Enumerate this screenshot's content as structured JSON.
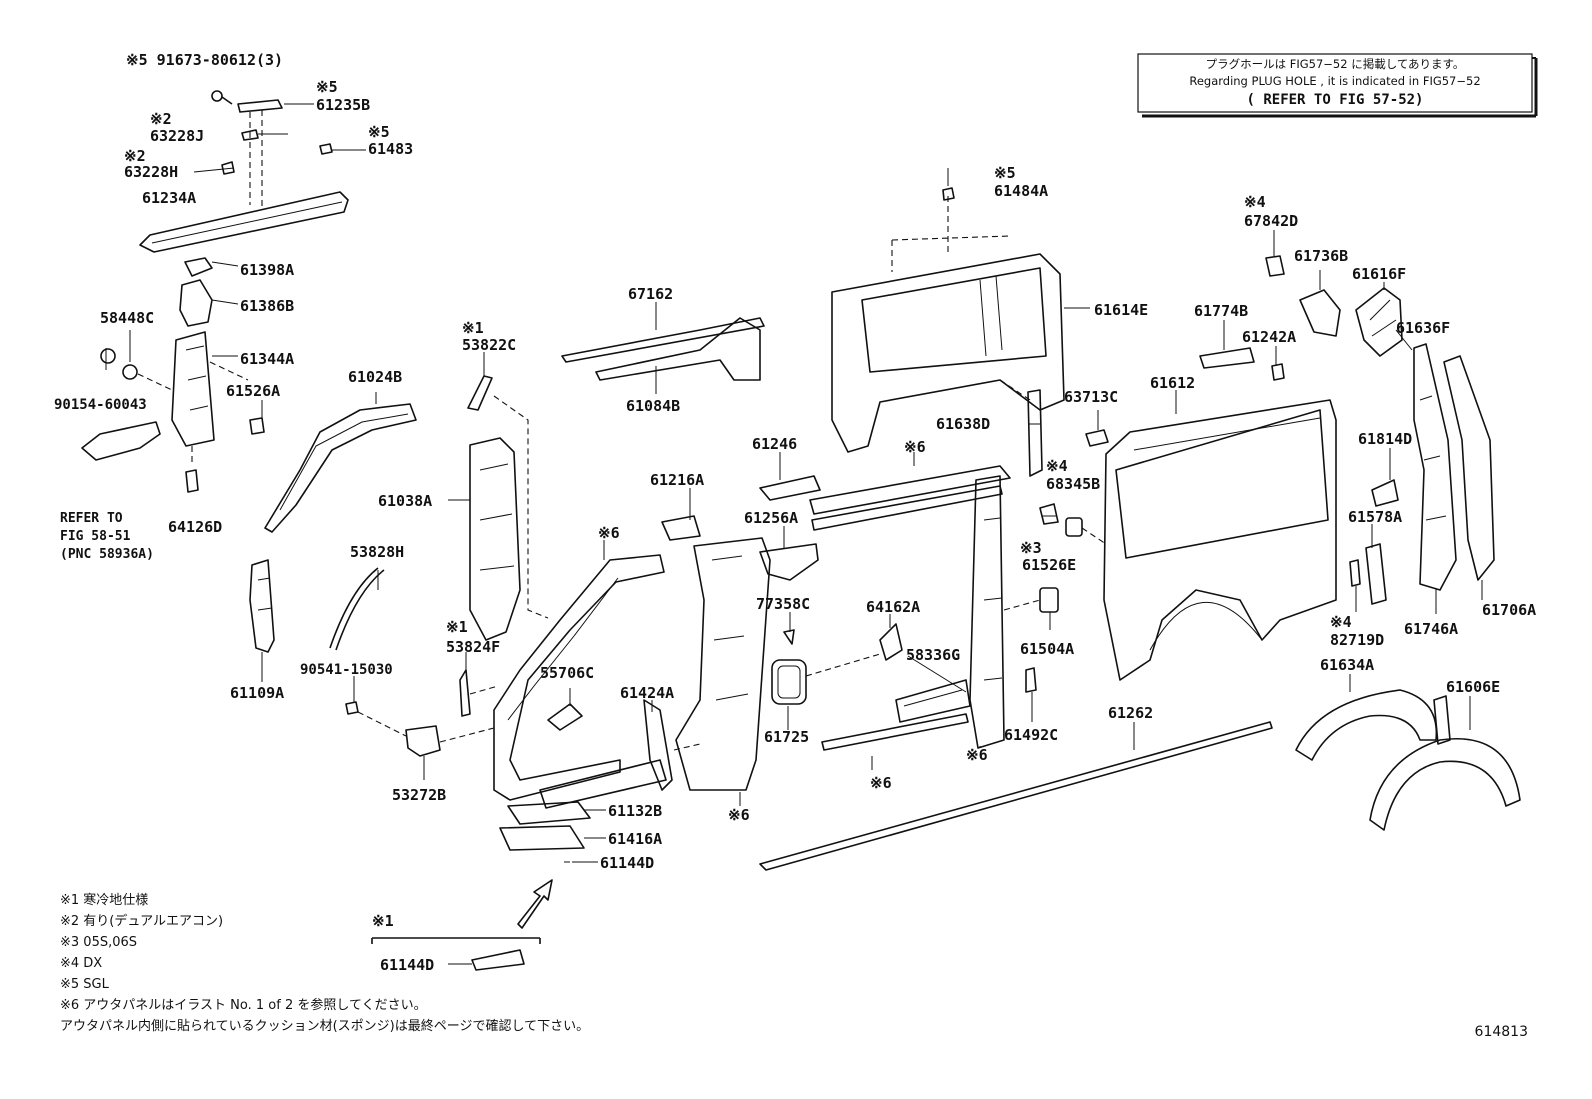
{
  "plug_hole_box": {
    "line_jp": "プラグホールは FIG57−52 に掲載してあります。",
    "line_en": "Regarding PLUG HOLE , it is indicated in FIG57−52",
    "line_ref": "( REFER TO FIG 57-52)"
  },
  "labels": {
    "l_91673_80612": "※5 91673-80612(3)",
    "l_n5_a": "※5",
    "l_61235B": "61235B",
    "l_n2_a": "※2",
    "l_63228J": "63228J",
    "l_n5_b": "※5",
    "l_61483": "61483",
    "l_n2_b": "※2",
    "l_63228H": "63228H",
    "l_61234A": "61234A",
    "l_61398A": "61398A",
    "l_61386B": "61386B",
    "l_58448C": "58448C",
    "l_61344A": "61344A",
    "l_90154_60043": "90154-60043",
    "l_61526A": "61526A",
    "l_refer_fig": "REFER TO",
    "l_refer_fig2": "FIG 58-51",
    "l_refer_fig3": "(PNC 58936A)",
    "l_64126D": "64126D",
    "l_61024B": "61024B",
    "l_n1_a": "※1",
    "l_53822C": "53822C",
    "l_61038A": "61038A",
    "l_67162": "67162",
    "l_61084B": "61084B",
    "l_53828H": "53828H",
    "l_61109A": "61109A",
    "l_90541_15030": "90541-15030",
    "l_n1_b": "※1",
    "l_53824F": "53824F",
    "l_55706C": "55706C",
    "l_53272B": "53272B",
    "l_n6_a": "※6",
    "l_61216A": "61216A",
    "l_61246": "61246",
    "l_61256A": "61256A",
    "l_77358C": "77358C",
    "l_61424A": "61424A",
    "l_61725": "61725",
    "l_61132B": "61132B",
    "l_61416A": "61416A",
    "l_61144D_a": "61144D",
    "l_n6_b": "※6",
    "l_n5_c": "※5",
    "l_61484A": "61484A",
    "l_61614E": "61614E",
    "l_n6_c": "※6",
    "l_64162A": "64162A",
    "l_58336G": "58336G",
    "l_n6_d": "※6",
    "l_n6_e": "※6",
    "l_61638D": "61638D",
    "l_n4_a": "※4",
    "l_68345B": "68345B",
    "l_n3": "※3",
    "l_61526E": "61526E",
    "l_61504A": "61504A",
    "l_61492C": "61492C",
    "l_63713C": "63713C",
    "l_61612": "61612",
    "l_61774B": "61774B",
    "l_61242A": "61242A",
    "l_n4_b": "※4",
    "l_67842D": "67842D",
    "l_61736B": "61736B",
    "l_61616F": "61616F",
    "l_61636F": "61636F",
    "l_61814D": "61814D",
    "l_61578A": "61578A",
    "l_n4_c": "※4",
    "l_82719D": "82719D",
    "l_61746A": "61746A",
    "l_61706A": "61706A",
    "l_61634A": "61634A",
    "l_61606E": "61606E",
    "l_61262": "61262",
    "l_n1_c": "※1",
    "l_61144D_b": "61144D"
  },
  "notes": [
    "※1 寒冷地仕様",
    "※2 有り(デュアルエアコン)",
    "※3 05S,06S",
    "※4 DX",
    "※5 SGL",
    "※6 アウタパネルはイラスト No. 1 of 2 を参照してください。",
    "アウタパネル内側に貼られているクッション材(スポンジ)は最終ページで確認して下さい。"
  ],
  "figure_number": "614813"
}
